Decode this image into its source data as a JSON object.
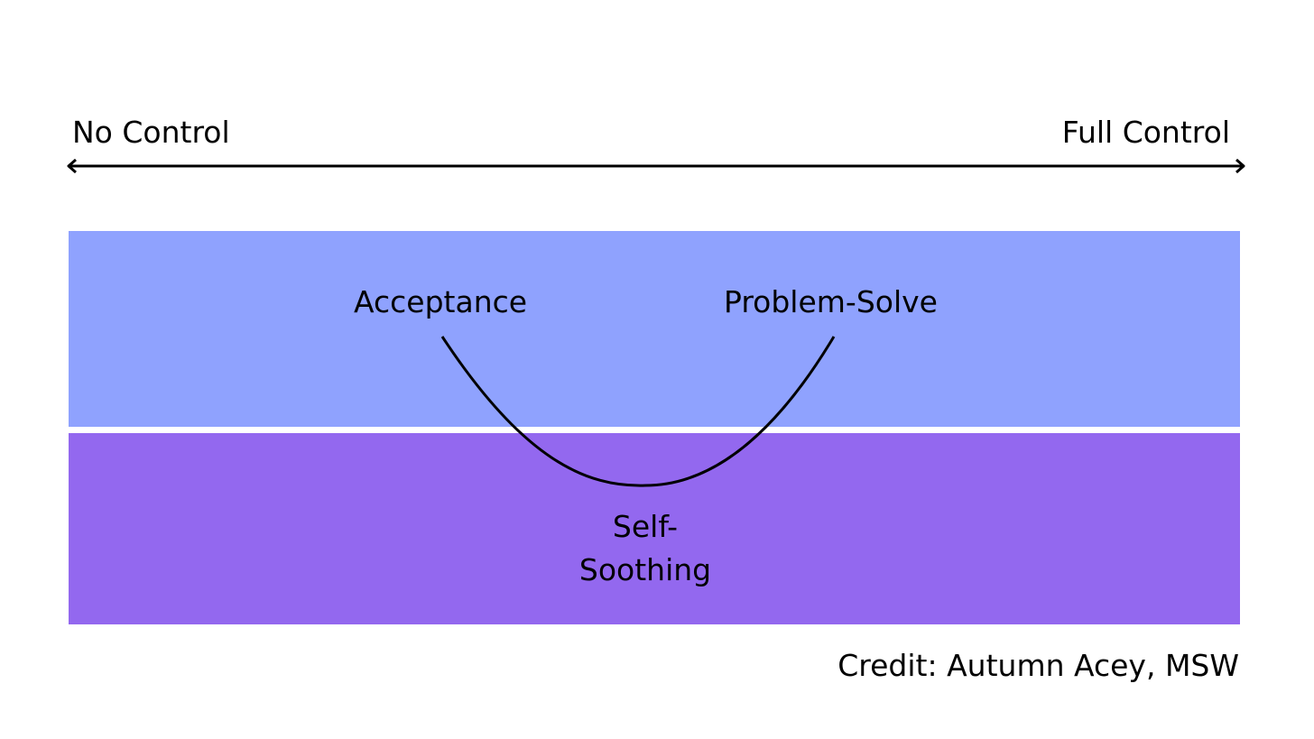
{
  "axis": {
    "left_label": "No Control",
    "right_label": "Full Control"
  },
  "zones": {
    "top_color": "#8fa2fe",
    "bottom_color": "#9368ef"
  },
  "curve": {
    "left_label": "Acceptance",
    "right_label": "Problem-Solve",
    "bottom_label_line1": "Self-",
    "bottom_label_line2": "Soothing"
  },
  "credit": "Credit: Autumn Acey, MSW"
}
